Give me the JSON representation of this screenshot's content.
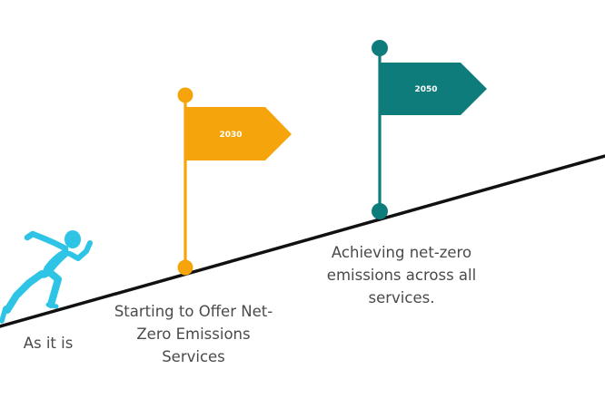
{
  "colors": {
    "line": "#111111",
    "runner": "#2ec4e6",
    "flag_2030": "#f5a50b",
    "flag_2050": "#0e7c7b",
    "label_text": "#4a4a4a",
    "background": "#ffffff"
  },
  "milestones": [
    {
      "id": "start",
      "icon": "running-person-icon",
      "label_lines": [
        "As it is"
      ]
    },
    {
      "id": "2030",
      "icon": "flag-icon",
      "year": "2030",
      "label_lines": [
        "Starting to Offer Net-",
        "Zero Emissions",
        "Services"
      ]
    },
    {
      "id": "2050",
      "icon": "flag-icon",
      "year": "2050",
      "label_lines": [
        "Achieving net-zero",
        "emissions across all",
        "services."
      ]
    }
  ]
}
